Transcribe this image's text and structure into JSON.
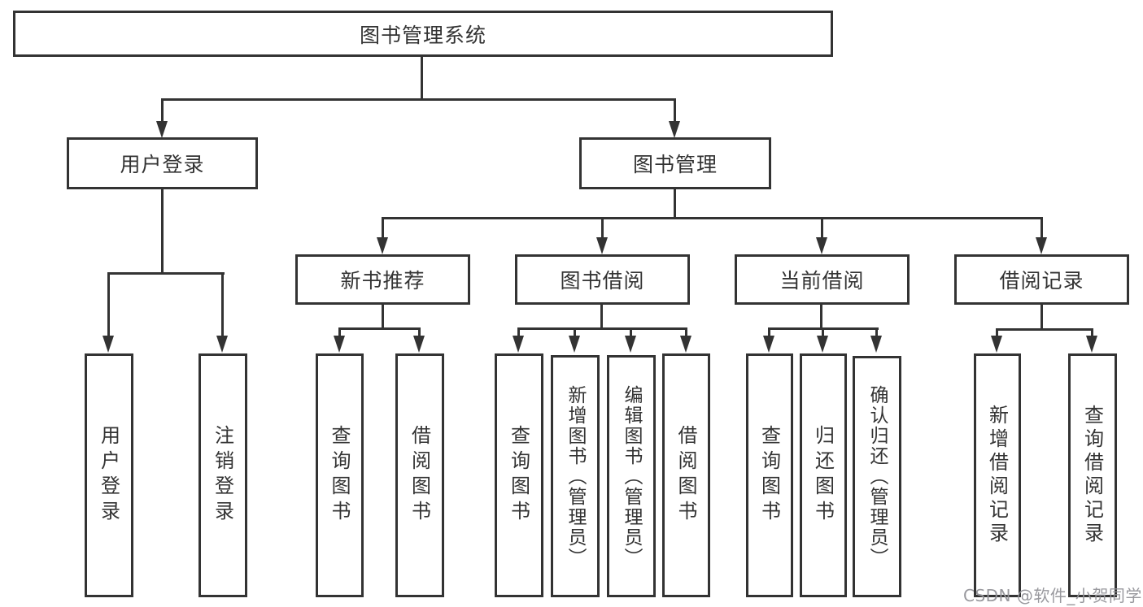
{
  "diagram": {
    "root": {
      "label": "图书管理系统"
    },
    "user": {
      "label": "用户登录",
      "children": [
        {
          "label": "用户登录"
        },
        {
          "label": "注销登录"
        }
      ]
    },
    "mgmt": {
      "label": "图书管理",
      "groups": [
        {
          "label": "新书推荐",
          "children": [
            {
              "label": "查询图书"
            },
            {
              "label": "借阅图书"
            }
          ]
        },
        {
          "label": "图书借阅",
          "children": [
            {
              "label": "查询图书"
            },
            {
              "label": "新增图书（管理员）"
            },
            {
              "label": "编辑图书（管理员）"
            },
            {
              "label": "借阅图书"
            }
          ]
        },
        {
          "label": "当前借阅",
          "children": [
            {
              "label": "查询图书"
            },
            {
              "label": "归还图书"
            },
            {
              "label": "确认归还（管理员）"
            }
          ]
        },
        {
          "label": "借阅记录",
          "children": [
            {
              "label": "新增借阅记录"
            },
            {
              "label": "查询借阅记录"
            }
          ]
        }
      ]
    }
  },
  "watermark": {
    "text": "CSDN @软件_小贺同学"
  },
  "colors": {
    "line": "#333333",
    "box_border": "#333333",
    "box_fill": "#ffffff",
    "text": "#333333",
    "watermark": "#949499"
  }
}
